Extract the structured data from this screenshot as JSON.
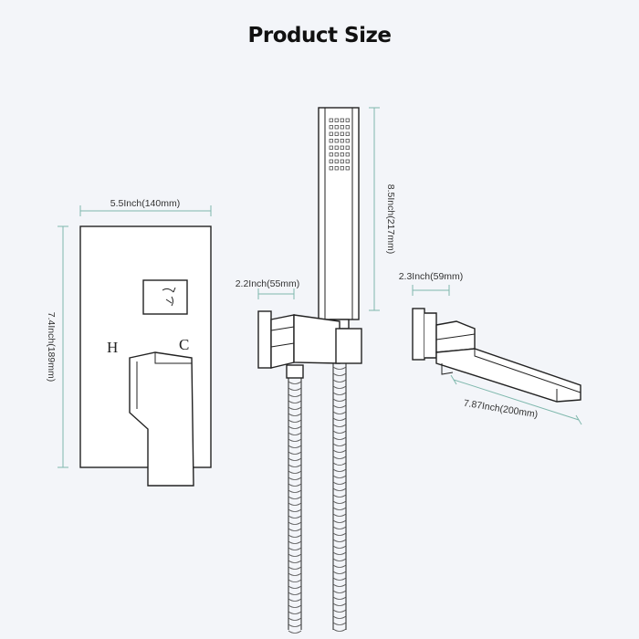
{
  "title": "Product Size",
  "dimensions": {
    "panel_width": "5.5Inch(140mm)",
    "panel_height": "7.4Inch(189mm)",
    "handshower_length": "8.5Inch(217mm)",
    "holder_depth": "2.2Inch(55mm)",
    "spout_base_depth": "2.3Inch(59mm)",
    "spout_length": "7.87Inch(200mm)"
  },
  "panel_labels": {
    "hot": "H",
    "cold": "C"
  },
  "colors": {
    "dimension_line": "#7fb8ad",
    "outline": "#222222",
    "background": "#f3f5f9"
  }
}
